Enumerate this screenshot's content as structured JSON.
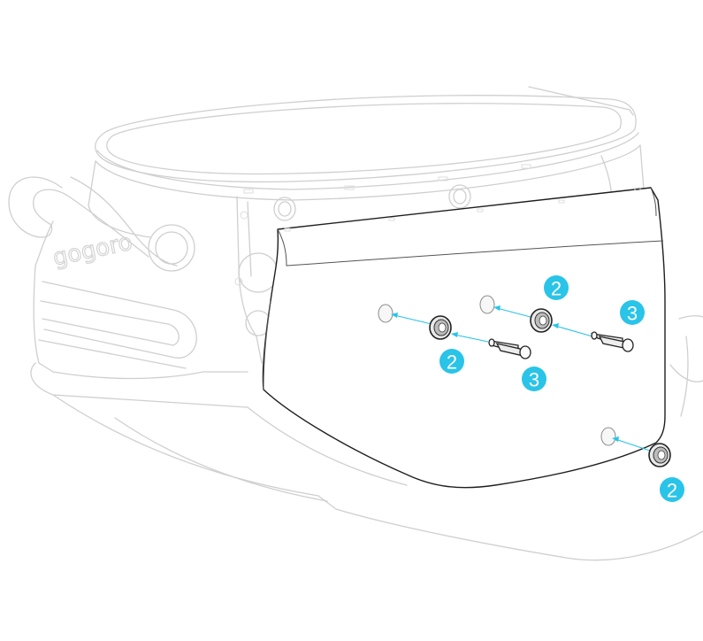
{
  "diagram": {
    "brand_logo": "gogoro",
    "colors": {
      "callout": "#29c4e8",
      "outline": "#1f1f1f",
      "background_line": "#cfcfcf"
    },
    "callouts": [
      {
        "label": "2",
        "part": "grommet"
      },
      {
        "label": "2",
        "part": "grommet"
      },
      {
        "label": "2",
        "part": "grommet"
      },
      {
        "label": "3",
        "part": "pin"
      },
      {
        "label": "3",
        "part": "pin"
      }
    ]
  }
}
